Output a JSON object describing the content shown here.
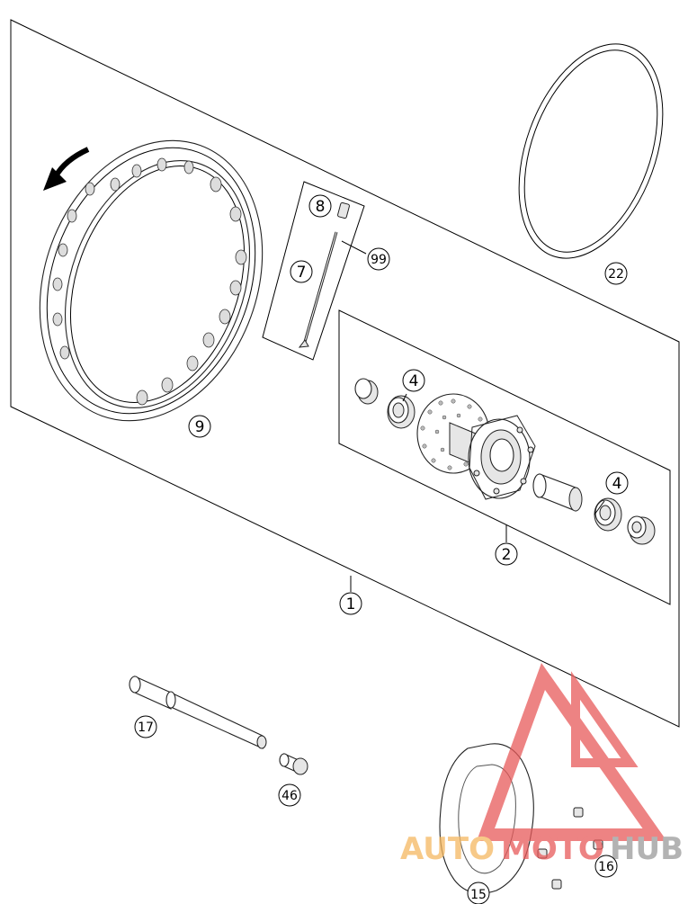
{
  "callouts": [
    {
      "id": "c1",
      "label": "1"
    },
    {
      "id": "c2",
      "label": "2"
    },
    {
      "id": "c4a",
      "label": "4"
    },
    {
      "id": "c4b",
      "label": "4"
    },
    {
      "id": "c7",
      "label": "7"
    },
    {
      "id": "c8",
      "label": "8"
    },
    {
      "id": "c9",
      "label": "9"
    },
    {
      "id": "c15",
      "label": "15"
    },
    {
      "id": "c16",
      "label": "16"
    },
    {
      "id": "c17",
      "label": "17"
    },
    {
      "id": "c22",
      "label": "22"
    },
    {
      "id": "c46",
      "label": "46"
    },
    {
      "id": "c99",
      "label": "99"
    }
  ],
  "watermark": {
    "part1": "AUTO",
    "part2": "MOTO",
    "part3": "HUB",
    "color_orange": "#f5b861",
    "color_red": "#e85a5a",
    "color_grey": "#9a9a9a"
  },
  "colors": {
    "line": "#000000",
    "part_fill": "#e6e6e6"
  }
}
